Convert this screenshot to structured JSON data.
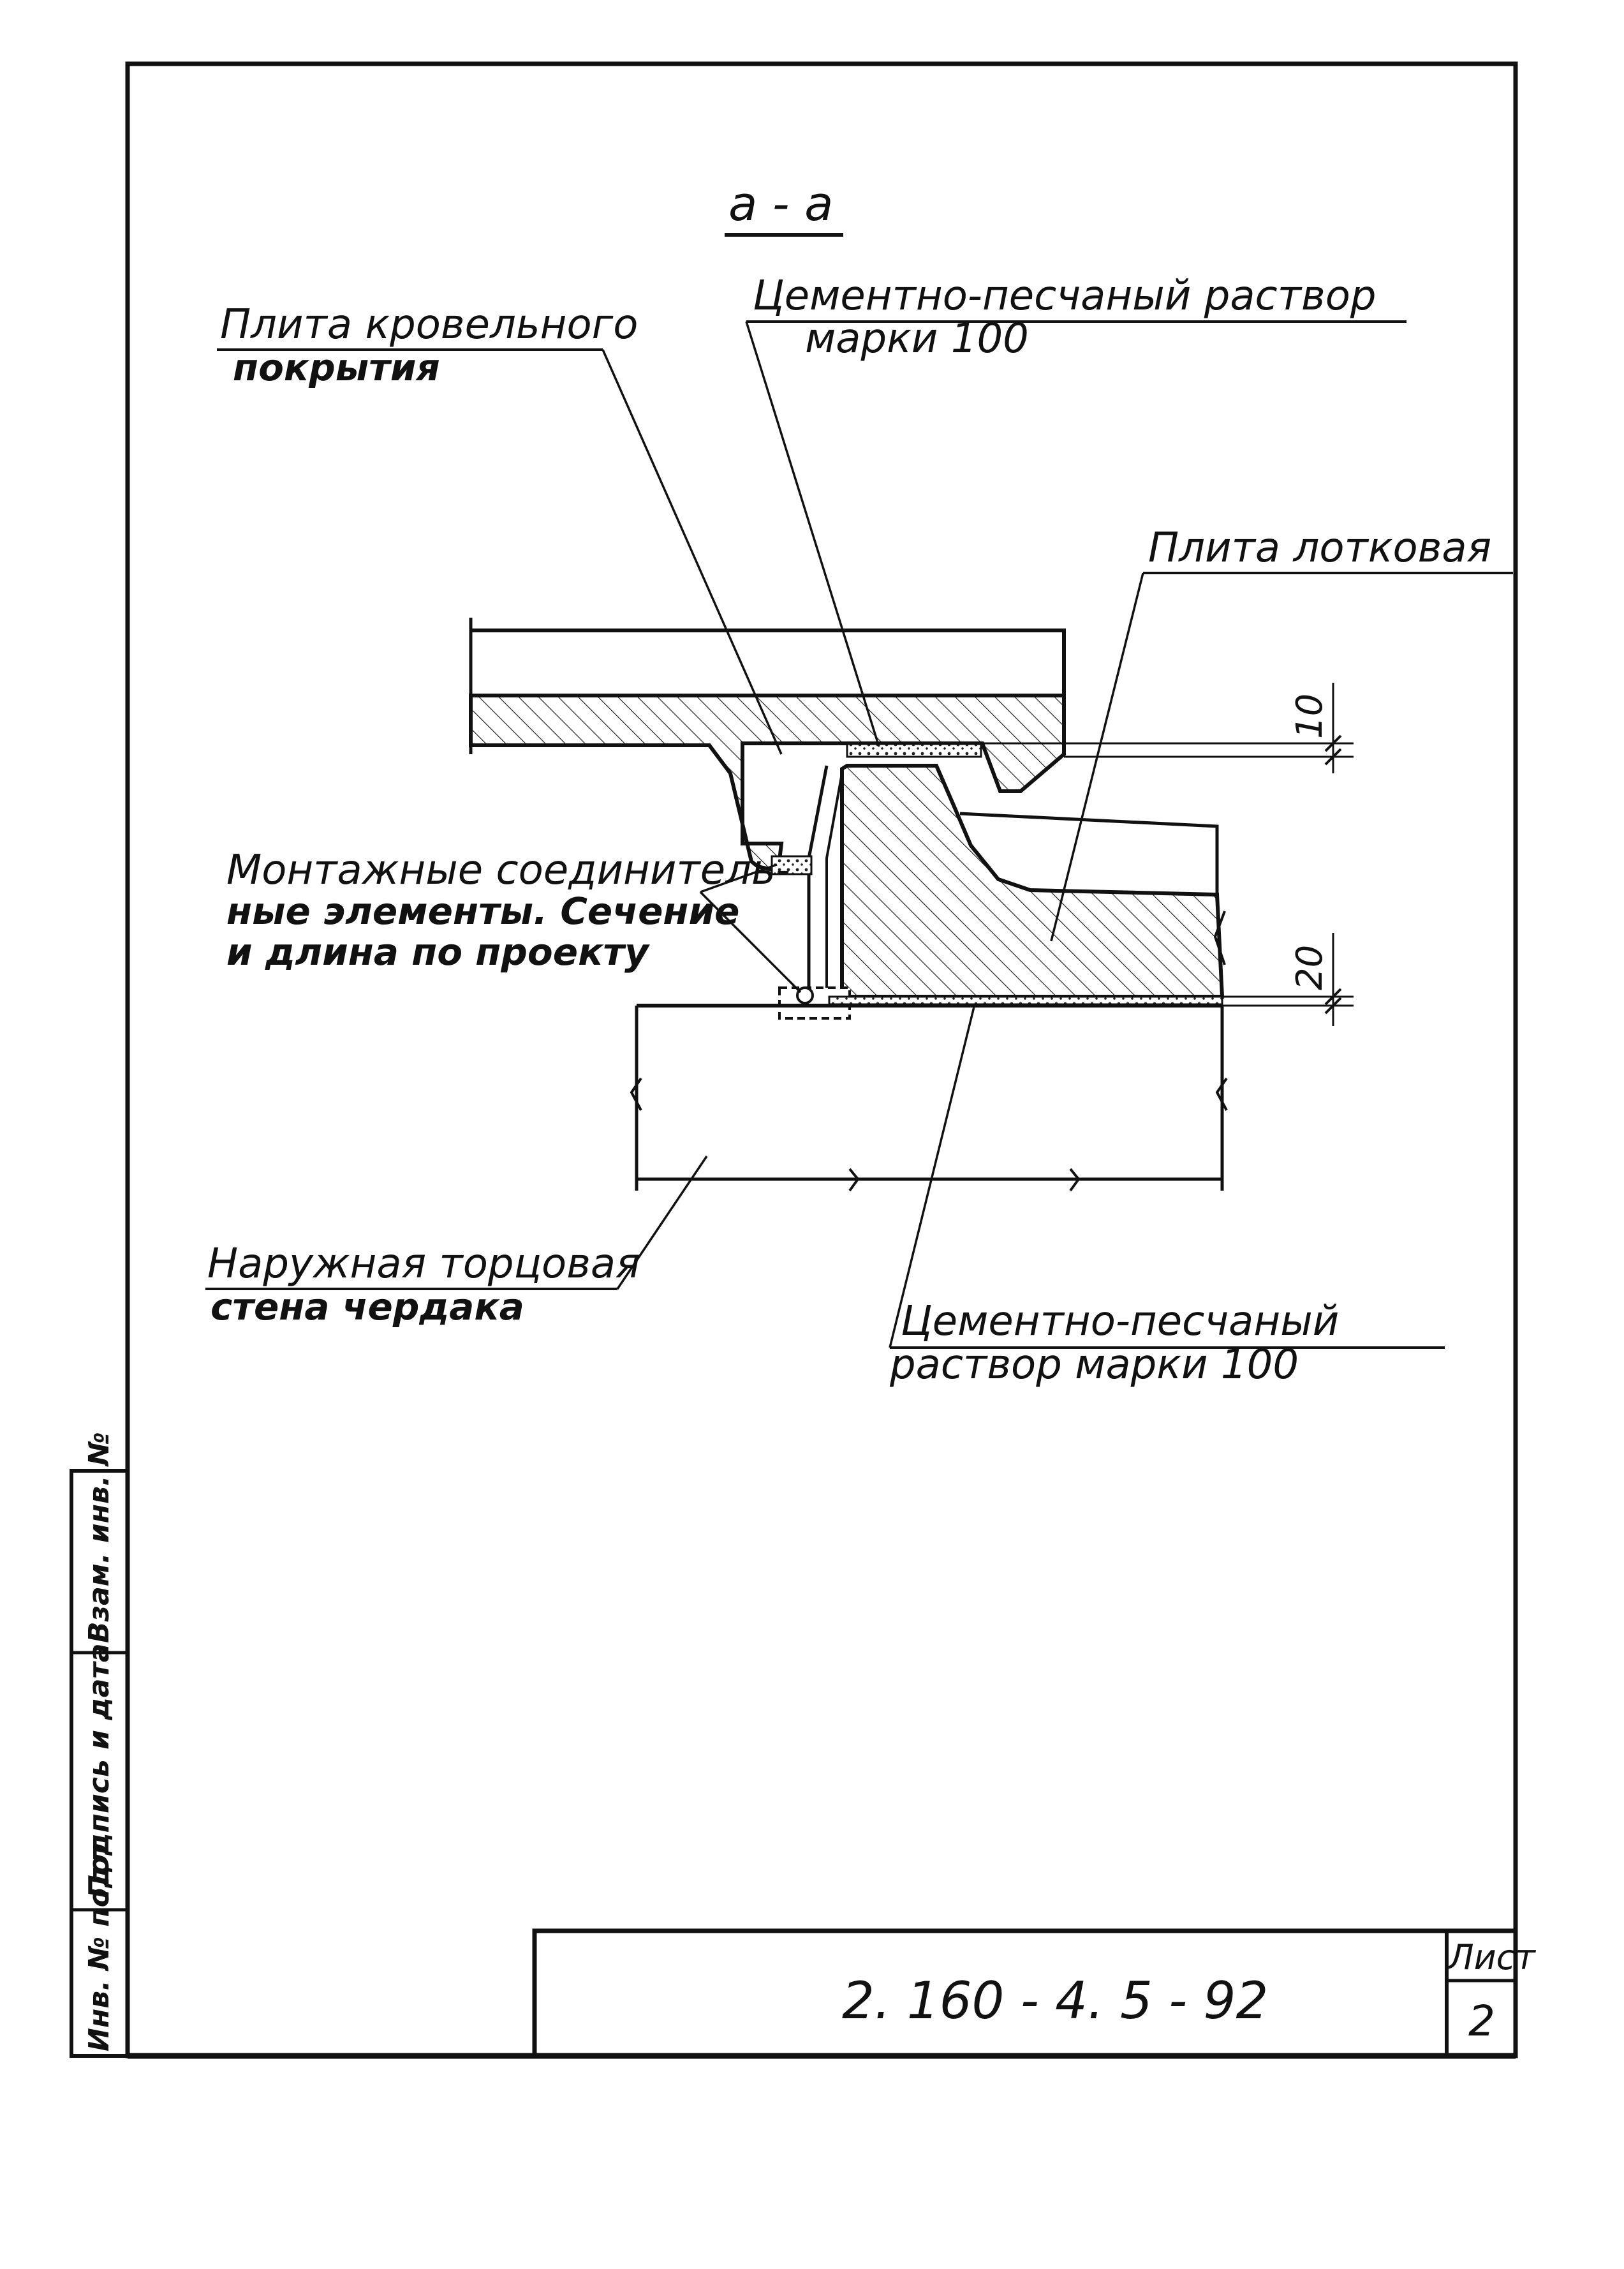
{
  "section_title": "а - а",
  "labels": {
    "roof_slab": [
      "Плита кровельного",
      "покрытия"
    ],
    "mortar_top": [
      "Цементно-песчаный раствор",
      "марки  100"
    ],
    "tray_slab": "Плита лотковая",
    "connectors": [
      "Монтажные соединитель-",
      "ные элементы. Сечение",
      "и длина по проекту"
    ],
    "end_wall": [
      "Наружная торцовая",
      "стена чердака"
    ],
    "mortar_bottom": [
      "Цементно-песчаный",
      "раствор  марки  100"
    ]
  },
  "dimensions": {
    "top": "10",
    "bottom": "20"
  },
  "title_block": {
    "code": "2. 160 - 4. 5  - 92",
    "sheet_label": "Лист",
    "sheet_number": "2"
  },
  "side_stamp": {
    "inv_no": "Инв. № подл",
    "sign_date": "Подпись и дата",
    "replace_inv": "Взам. инв. №"
  }
}
